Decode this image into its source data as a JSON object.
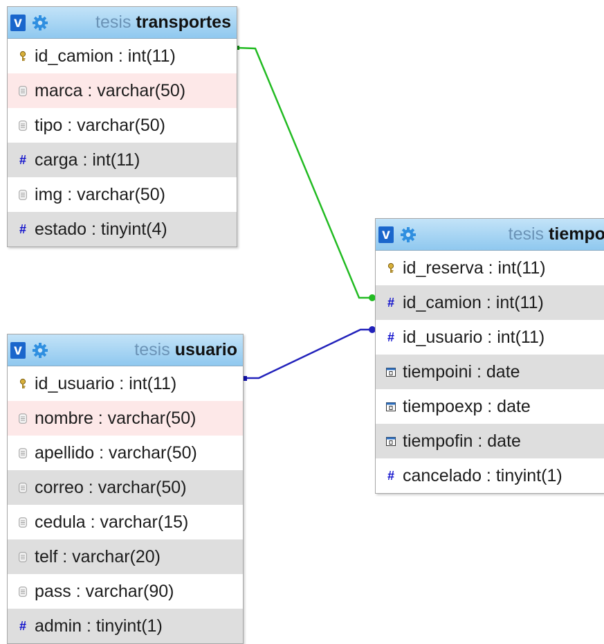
{
  "tables": {
    "transportes": {
      "db": "tesis",
      "name": "transportes",
      "fields": [
        {
          "text": "id_camion : int(11)",
          "icon": "key-icon",
          "style": "white"
        },
        {
          "text": "marca : varchar(50)",
          "icon": "text-field-icon",
          "style": "pink"
        },
        {
          "text": "tipo : varchar(50)",
          "icon": "text-field-icon",
          "style": "white"
        },
        {
          "text": "carga : int(11)",
          "icon": "numeric-field-icon",
          "style": "alt"
        },
        {
          "text": "img : varchar(50)",
          "icon": "text-field-icon",
          "style": "white"
        },
        {
          "text": "estado : tinyint(4)",
          "icon": "numeric-field-icon",
          "style": "alt"
        }
      ]
    },
    "tiempo": {
      "db": "tesis",
      "name": "tiempo",
      "fields": [
        {
          "text": "id_reserva : int(11)",
          "icon": "key-icon",
          "style": "white"
        },
        {
          "text": "id_camion : int(11)",
          "icon": "numeric-field-icon",
          "style": "alt"
        },
        {
          "text": "id_usuario : int(11)",
          "icon": "numeric-field-icon",
          "style": "white"
        },
        {
          "text": "tiempoini : date",
          "icon": "date-field-icon",
          "style": "alt"
        },
        {
          "text": "tiempoexp : date",
          "icon": "date-field-icon",
          "style": "white"
        },
        {
          "text": "tiempofin : date",
          "icon": "date-field-icon",
          "style": "alt"
        },
        {
          "text": "cancelado : tinyint(1)",
          "icon": "numeric-field-icon",
          "style": "white"
        }
      ]
    },
    "usuario": {
      "db": "tesis",
      "name": "usuario",
      "fields": [
        {
          "text": "id_usuario : int(11)",
          "icon": "key-icon",
          "style": "white"
        },
        {
          "text": "nombre : varchar(50)",
          "icon": "text-field-icon",
          "style": "pink"
        },
        {
          "text": "apellido : varchar(50)",
          "icon": "text-field-icon",
          "style": "white"
        },
        {
          "text": "correo : varchar(50)",
          "icon": "text-field-icon",
          "style": "alt"
        },
        {
          "text": "cedula : varchar(15)",
          "icon": "text-field-icon",
          "style": "white"
        },
        {
          "text": "telf : varchar(20)",
          "icon": "text-field-icon",
          "style": "alt"
        },
        {
          "text": "pass : varchar(90)",
          "icon": "text-field-icon",
          "style": "white"
        },
        {
          "text": "admin : tinyint(1)",
          "icon": "numeric-field-icon",
          "style": "alt"
        }
      ]
    }
  },
  "toggle_label": "v",
  "relations": [
    {
      "from": "transportes.id_camion",
      "to": "tiempo.id_camion",
      "color": "#22bb22"
    },
    {
      "from": "usuario.id_usuario",
      "to": "tiempo.id_usuario",
      "color": "#2222bb"
    }
  ],
  "colors": {
    "header_blue": "#8fc8ef",
    "toggle_blue": "#1a66cc",
    "alt_row": "#dedede",
    "highlight_row": "#fde8e8"
  }
}
